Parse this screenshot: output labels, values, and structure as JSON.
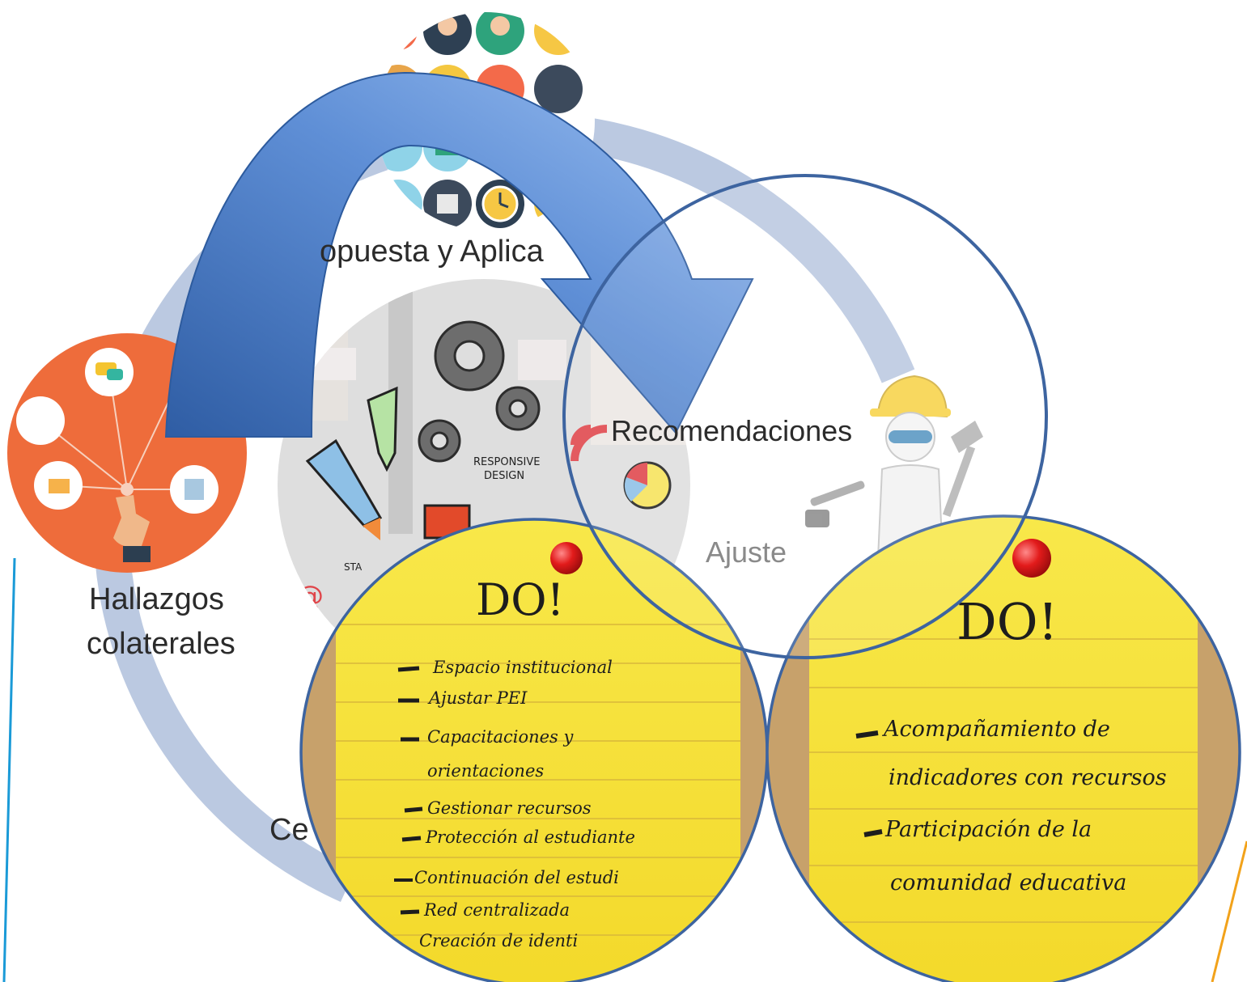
{
  "labels": {
    "propuesta": "opuesta y Aplica",
    "recomendaciones": "Recomendaciones",
    "ajuste": "Ajuste",
    "hallazgos_line1": "Hallazgos",
    "hallazgos_line2": "colaterales",
    "ce": "Ce"
  },
  "note_left": {
    "heading": "DO!",
    "items": [
      "Espacio institucional",
      "Ajustar PEI",
      "Capacitaciones y",
      "orientaciones",
      "Gestionar recursos",
      "Protección al estudiante",
      "Continuación del estudi",
      "Red centralizada",
      "Creación de identi"
    ]
  },
  "note_right": {
    "heading": "DO!",
    "items": [
      "Acompañamiento de",
      "indicadores con recursos",
      "Participación de la",
      "comunidad educativa"
    ]
  },
  "illustration_text": {
    "responsive": "RESPONSIVE",
    "design": "DESIGN",
    "startup": "STA",
    "at": "@"
  },
  "colors": {
    "cycle_ring": "#b4c3de",
    "arrow_dark": "#3563a8",
    "arrow_light": "#8db4ea",
    "circle_outline": "#3d64a0",
    "hallazgos_bg": "#ee6c3b",
    "note_yellow": "#f6e23a",
    "accent_left_line": "#1a9ad7",
    "accent_right_line": "#f2a21a"
  },
  "icons": [
    "people-icons-grid",
    "gears-illustration",
    "network-hand-icon",
    "worker-tools-illustration",
    "push-pin-icon"
  ]
}
